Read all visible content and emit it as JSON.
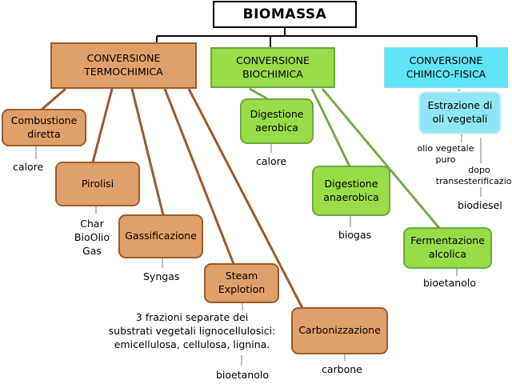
{
  "title": "BIOMASSA",
  "branches": {
    "termochimica": "CONVERSIONE\nTERMOCHIMICA",
    "biochimica": "CONVERSIONE\nBIOCHIMICA",
    "chimico_fisica": "CONVERSIONE\nCHIMICO-FISICA"
  },
  "processes": {
    "combustione": "Combustione\ndiretta",
    "pirolisi": "Pirolisi",
    "gassificazione": "Gassificazione",
    "steam": "Steam\nExplotion",
    "carbonizzazione": "Carbonizzazione",
    "digestione_aerobica": "Digestione\naerobica",
    "digestione_anaerobica": "Digestione\nanaerobica",
    "fermentazione": "Fermentazione\nalcolica",
    "estrazione": "Estrazione di\noli  vegetali"
  },
  "products": {
    "combustione": "calore",
    "pirolisi": "Char\nBioOlio\nGas",
    "gassificazione": "Syngas",
    "steam_desc": "3 frazioni separate dei\nsubstrati vegetali lignocellulosici:\nemicellulosa, cellulosa, lignina.",
    "steam_final": "bioetanolo",
    "carbonizzazione": "carbone",
    "digestione_aerobica": "calore",
    "digestione_anaerobica": "biogas",
    "fermentazione": "bioetanolo",
    "estrazione_olio": "olio vegetale\npuro",
    "estrazione_dopo": "dopo\ntransesterificazione",
    "estrazione_final": "biodiesel"
  },
  "colors": {
    "termochimica_fill": "#e0a06a",
    "termochimica_border": "#9a5a2a",
    "biochimica_fill": "#98dc48",
    "biochimica_border": "#6aa83a",
    "chimico_fisica_fill": "#5ee4f4",
    "process_fill_cyan": "#8ee6f4",
    "connector": "#000000",
    "green_line": "#78a848",
    "brown_line": "#9a5a2a",
    "stub_line": "#a8a8a8"
  }
}
